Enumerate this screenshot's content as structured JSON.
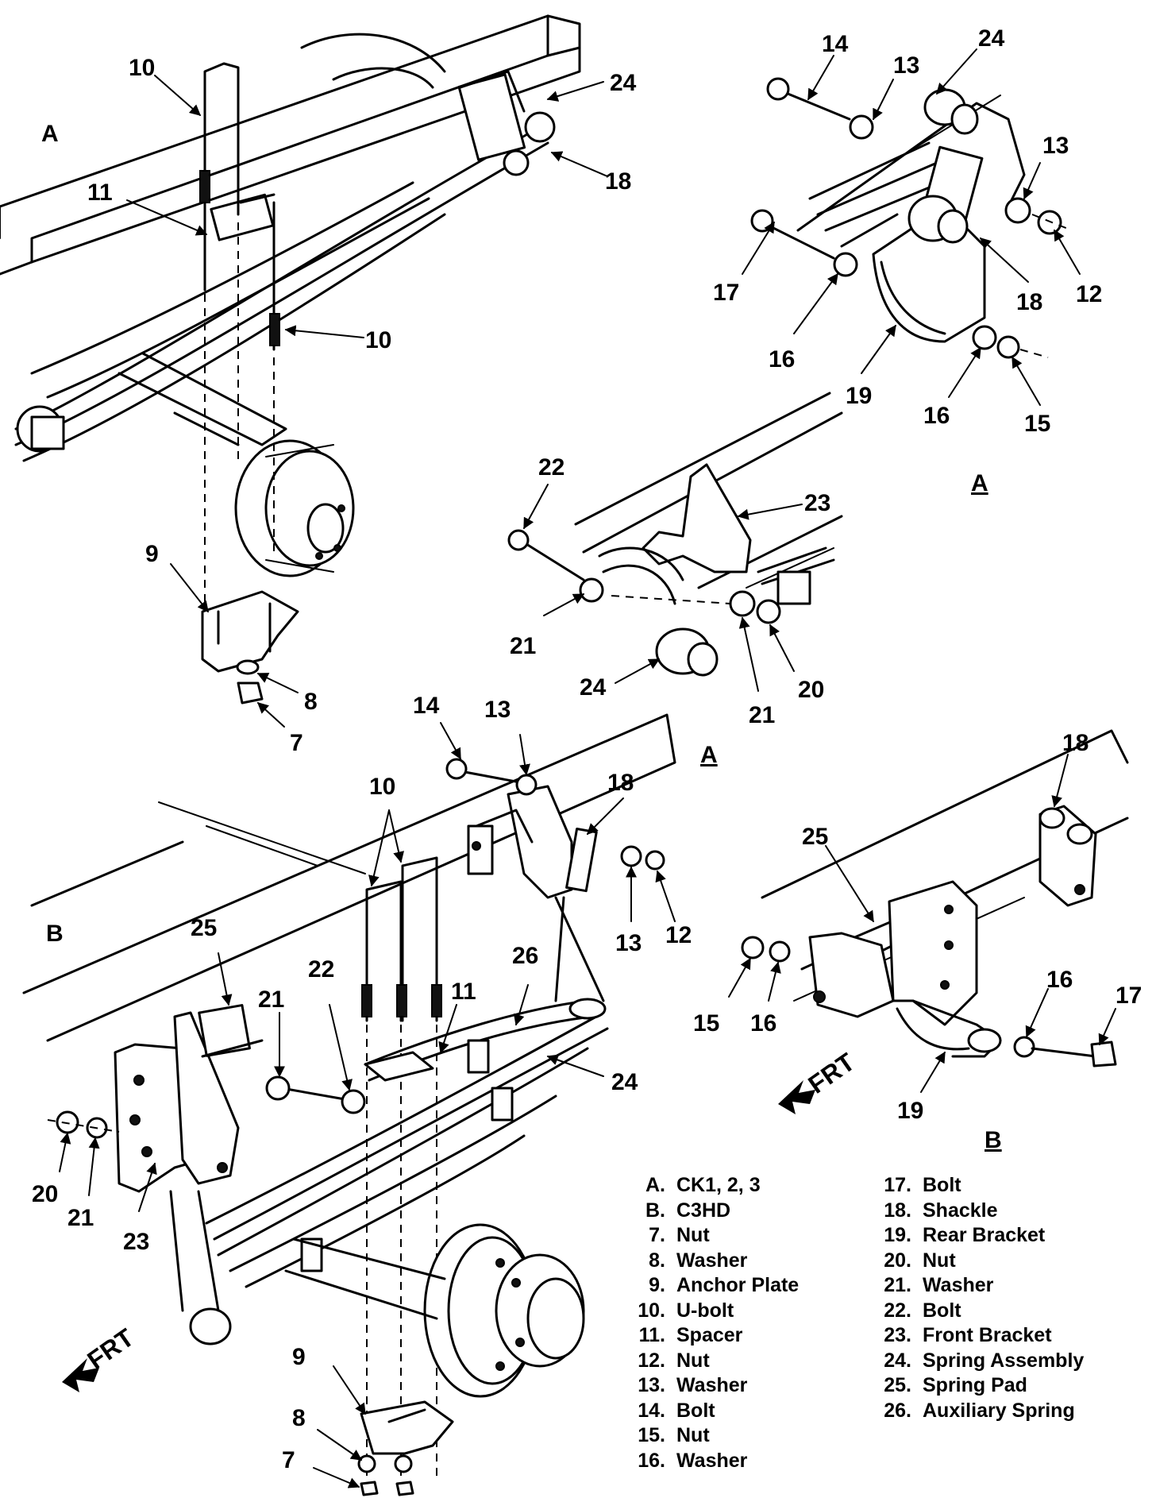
{
  "views": {
    "a_top": "A",
    "a_right": "A",
    "a_mid": "A",
    "b_left": "B",
    "b_right": "B"
  },
  "direction": {
    "frt_left": "FRT",
    "frt_right": "FRT"
  },
  "callouts": {
    "a_left": [
      "10",
      "24",
      "18",
      "11",
      "10",
      "9",
      "8",
      "7"
    ],
    "a_right": [
      "14",
      "13",
      "24",
      "13",
      "12",
      "18",
      "17",
      "16",
      "19",
      "16",
      "15"
    ],
    "a_mid": [
      "22",
      "23",
      "21",
      "24",
      "21",
      "20"
    ],
    "b_left": [
      "14",
      "13",
      "10",
      "18",
      "13",
      "12",
      "25",
      "21",
      "22",
      "11",
      "26",
      "24",
      "20",
      "21",
      "23",
      "9",
      "8",
      "7"
    ],
    "b_right": [
      "18",
      "25",
      "15",
      "16",
      "16",
      "17",
      "19"
    ]
  },
  "legend": [
    {
      "key": "A.",
      "label": "CK1, 2, 3"
    },
    {
      "key": "B.",
      "label": "C3HD"
    },
    {
      "key": "7.",
      "label": "Nut"
    },
    {
      "key": "8.",
      "label": "Washer"
    },
    {
      "key": "9.",
      "label": "Anchor Plate"
    },
    {
      "key": "10.",
      "label": "U-bolt"
    },
    {
      "key": "11.",
      "label": "Spacer"
    },
    {
      "key": "12.",
      "label": "Nut"
    },
    {
      "key": "13.",
      "label": "Washer"
    },
    {
      "key": "14.",
      "label": "Bolt"
    },
    {
      "key": "15.",
      "label": "Nut"
    },
    {
      "key": "16.",
      "label": "Washer"
    },
    {
      "key": "17.",
      "label": "Bolt"
    },
    {
      "key": "18.",
      "label": "Shackle"
    },
    {
      "key": "19.",
      "label": "Rear Bracket"
    },
    {
      "key": "20.",
      "label": "Nut"
    },
    {
      "key": "21.",
      "label": "Washer"
    },
    {
      "key": "22.",
      "label": "Bolt"
    },
    {
      "key": "23.",
      "label": "Front Bracket"
    },
    {
      "key": "24.",
      "label": "Spring Assembly"
    },
    {
      "key": "25.",
      "label": "Spring Pad"
    },
    {
      "key": "26.",
      "label": "Auxiliary Spring"
    }
  ],
  "icons": {
    "frt_arrow": "frt-arrow-icon",
    "callout_arrow": "callout-arrow-icon"
  }
}
